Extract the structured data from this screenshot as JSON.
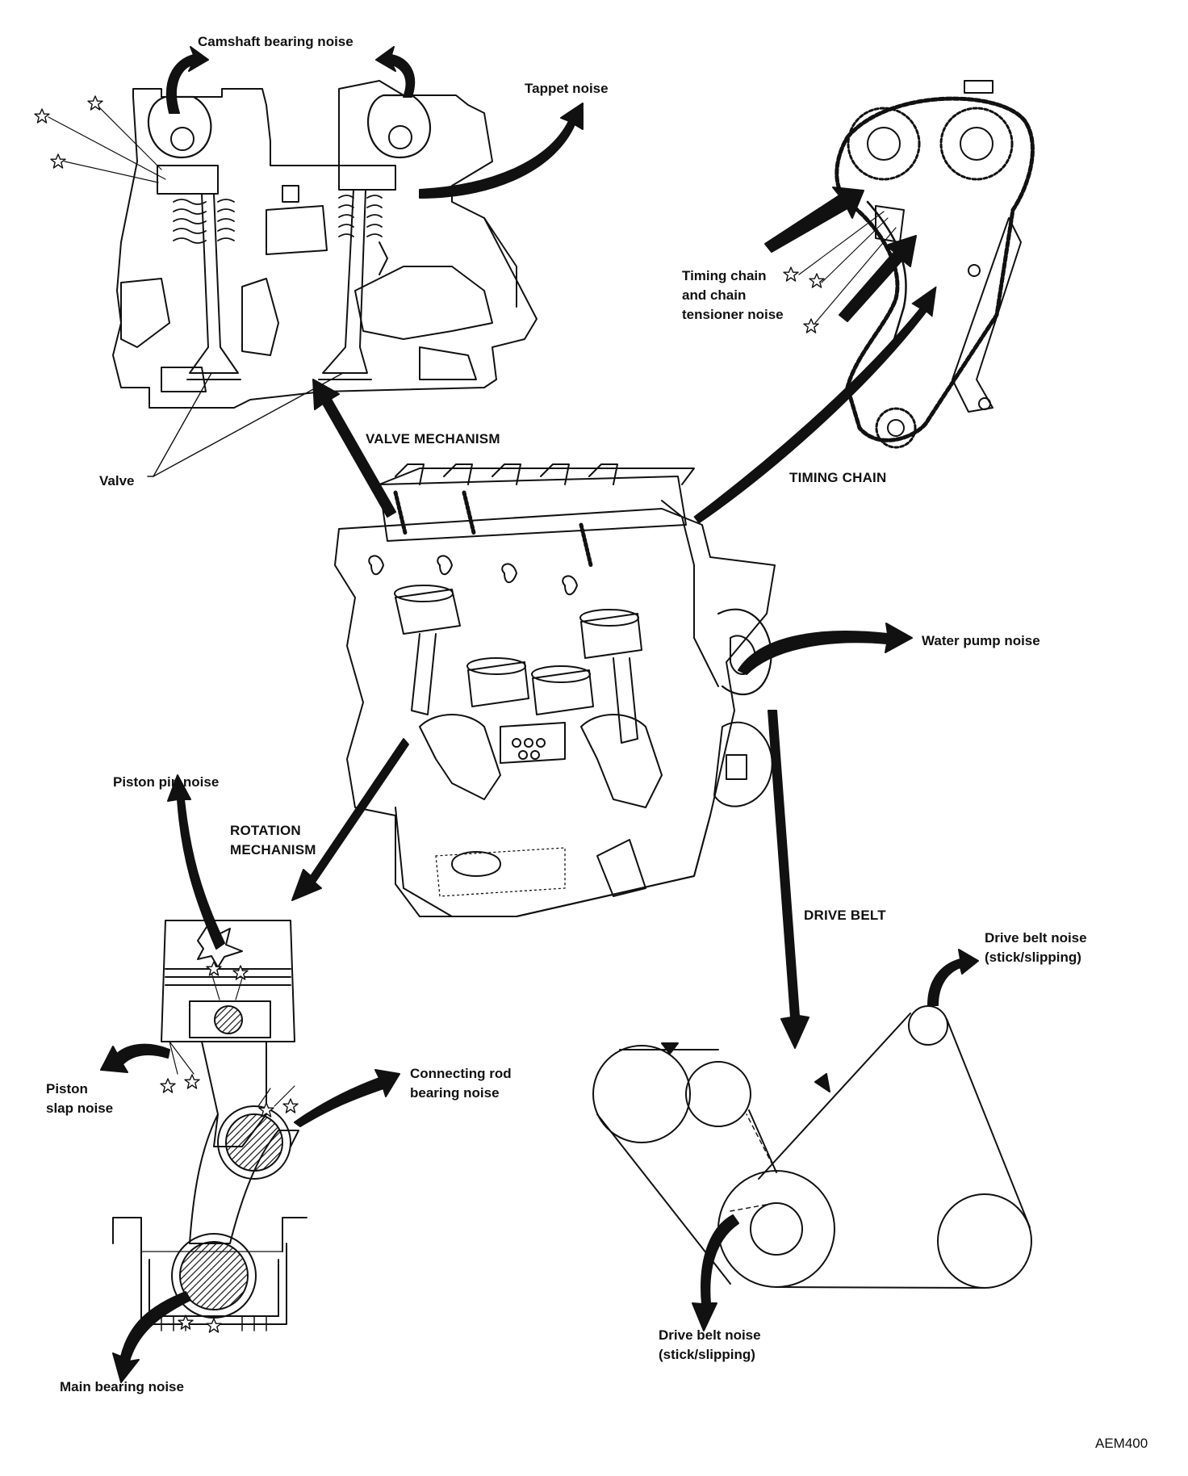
{
  "labels": {
    "camshaft_bearing": "Camshaft bearing noise",
    "tappet": "Tappet noise",
    "timing_chain_line1": "Timing chain",
    "timing_chain_line2": "and chain",
    "timing_chain_line3": "tensioner noise",
    "valve": "Valve",
    "water_pump": "Water pump noise",
    "piston_pin": "Piston pin noise",
    "piston_slap_line1": "Piston",
    "piston_slap_line2": "slap noise",
    "conrod_line1": "Connecting rod",
    "conrod_line2": "bearing noise",
    "main_bearing": "Main bearing noise",
    "drive_belt_top_line1": "Drive belt noise",
    "drive_belt_top_line2": "(stick/slipping)",
    "drive_belt_bottom_line1": "Drive belt noise",
    "drive_belt_bottom_line2": "(stick/slipping)"
  },
  "sections": {
    "valve_mechanism": "VALVE MECHANISM",
    "timing_chain": "TIMING CHAIN",
    "rotation_line1": "ROTATION",
    "rotation_line2": "MECHANISM",
    "drive_belt": "DRIVE BELT"
  },
  "figure_code": "AEM400",
  "colors": {
    "ink": "#111111",
    "paper": "#ffffff"
  }
}
